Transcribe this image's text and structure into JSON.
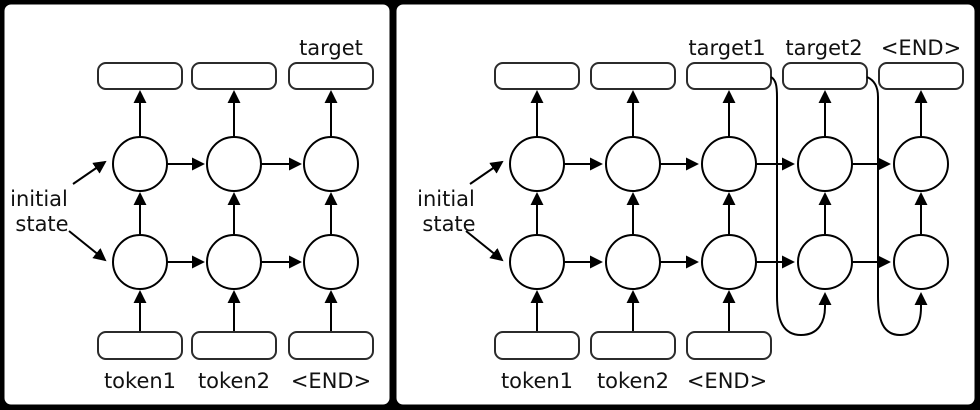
{
  "figure": {
    "description": "Two-panel recurrent neural network diagram",
    "left_panel": {
      "output_label": "target",
      "input_labels": [
        "token1",
        "token2",
        "<END>"
      ],
      "initial_state": {
        "line1": "initial",
        "line2": "state"
      }
    },
    "right_panel": {
      "output_labels": [
        "target1",
        "target2",
        "<END>"
      ],
      "input_labels": [
        "token1",
        "token2",
        "<END>"
      ],
      "initial_state": {
        "line1": "initial",
        "line2": "state"
      }
    },
    "colors": {
      "stroke": "#000000",
      "box_stroke": "#2b2b2b",
      "panel_fill": "#ffffff",
      "text": "#111111",
      "frame_background": "#000000"
    }
  }
}
